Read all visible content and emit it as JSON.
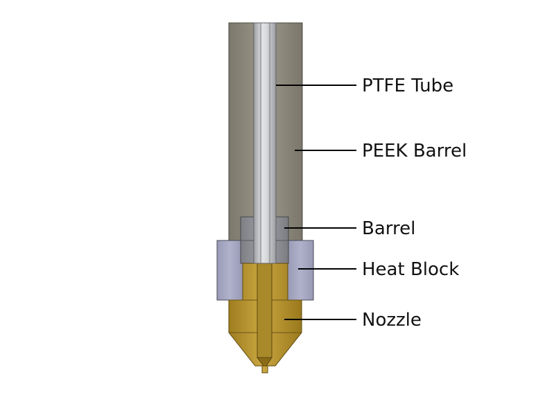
{
  "diagram": {
    "labels": {
      "ptfe_tube": "PTFE Tube",
      "peek_barrel": "PEEK Barrel",
      "barrel": "Barrel",
      "heat_block": "Heat Block",
      "nozzle": "Nozzle"
    },
    "colors": {
      "peek": "#8f8b7e",
      "peek_dark": "#6d6a60",
      "ptfe": "#bfc0c3",
      "barrel": "#8e8f94",
      "heat_block": "#a3a4bf",
      "brass": "#b8962e",
      "brass_dark": "#8a6c18",
      "line": "#000000"
    }
  }
}
